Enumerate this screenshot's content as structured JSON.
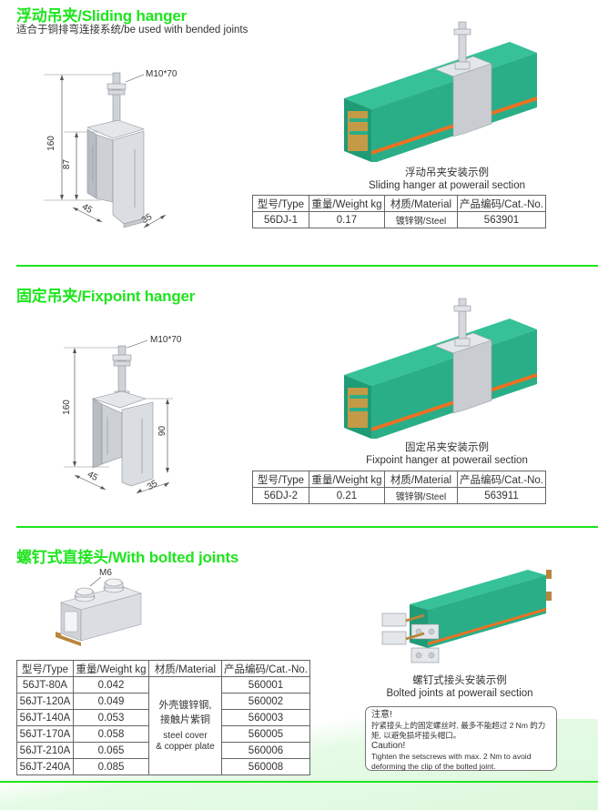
{
  "colors": {
    "accent_green": "#1ee51e",
    "rail_green": "#2bb08a",
    "stripe_orange": "#f07020",
    "steel": "#c9cdd2",
    "copper": "#b8863b"
  },
  "sections": {
    "sliding": {
      "title": "浮动吊夹/Sliding hanger",
      "subtitle": "适合于铜排弯连接系统/be used with bended joints",
      "drawing": {
        "bolt_label": "M10*70",
        "dim_height": "160",
        "dim_inner": "87",
        "dim_depth": "45",
        "dim_width": "35"
      },
      "caption_cn": "浮动吊夹安装示例",
      "caption_en": "Sliding hanger at powerail section",
      "table": {
        "headers": [
          "型号/Type",
          "重量/Weight kg",
          "材质/Material",
          "产品编码/Cat.-No."
        ],
        "rows": [
          [
            "56DJ-1",
            "0.17",
            "镀锌钢/Steel",
            "563901"
          ]
        ]
      }
    },
    "fixpoint": {
      "title": "固定吊夹/Fixpoint hanger",
      "drawing": {
        "bolt_label": "M10*70",
        "dim_height": "160",
        "dim_inner": "90",
        "dim_depth": "45",
        "dim_width": "35"
      },
      "caption_cn": "固定吊夹安装示例",
      "caption_en": "Fixpoint hanger at powerail section",
      "table": {
        "headers": [
          "型号/Type",
          "重量/Weight kg",
          "材质/Material",
          "产品编码/Cat.-No."
        ],
        "rows": [
          [
            "56DJ-2",
            "0.21",
            "镀锌钢/Steel",
            "563911"
          ]
        ]
      }
    },
    "bolted": {
      "title": "螺钉式直接头/With bolted joints",
      "drawing": {
        "bolt_label": "M6"
      },
      "caption_cn": "螺钉式接头安装示例",
      "caption_en": "Bolted joints at powerail section",
      "table": {
        "headers": [
          "型号/Type",
          "重量/Weight kg",
          "材质/Material",
          "产品编码/Cat.-No."
        ],
        "material_lines": [
          "外壳镀锌钢,",
          "接触片紫铜",
          "steel cover",
          "& copper plate"
        ],
        "rows": [
          [
            "56JT-80A",
            "0.042",
            "560001"
          ],
          [
            "56JT-120A",
            "0.049",
            "560002"
          ],
          [
            "56JT-140A",
            "0.053",
            "560003"
          ],
          [
            "56JT-170A",
            "0.058",
            "560005"
          ],
          [
            "56JT-210A",
            "0.065",
            "560006"
          ],
          [
            "56JT-240A",
            "0.085",
            "560008"
          ]
        ]
      },
      "caution": {
        "title_cn": "注意!",
        "text_cn": "拧紧接头上的固定螺丝时, 最多不能超过 2 Nm 的力矩, 以避免损坏接头帽口。",
        "title_en": "Caution!",
        "text_en": "Tighten the setscrews with max. 2 Nm to avoid deforming the clip of the bolted joint."
      }
    }
  }
}
